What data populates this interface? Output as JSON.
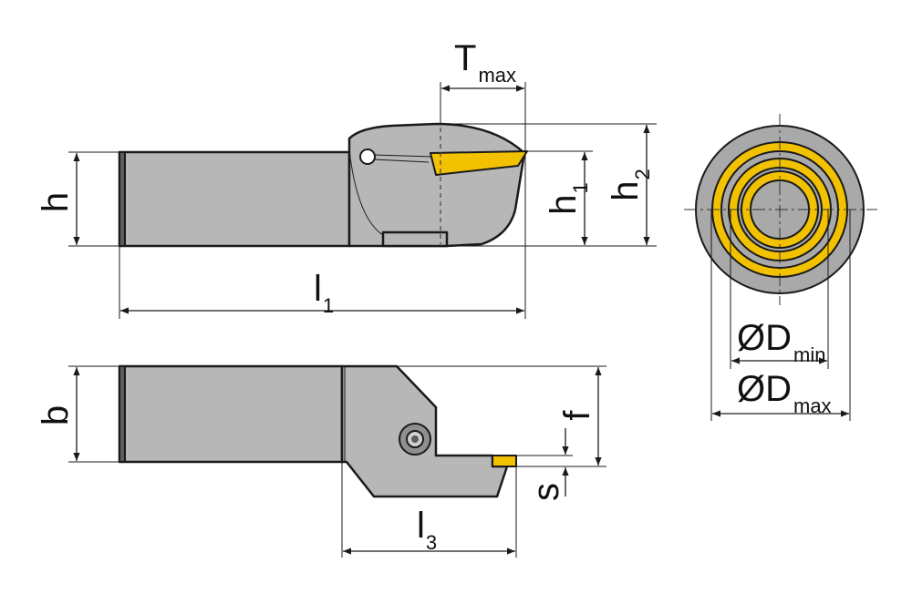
{
  "labels": {
    "h": "h",
    "h1_base": "h",
    "h1_sub": "1",
    "h2_base": "h",
    "h2_sub": "2",
    "l1_base": "l",
    "l1_sub": "1",
    "tmax_base": "T",
    "tmax_sub": "max",
    "b": "b",
    "f": "f",
    "s": "s",
    "l3_base": "l",
    "l3_sub": "3",
    "dmin_base": "ØD",
    "dmin_sub": "min",
    "dmax_base": "ØD",
    "dmax_sub": "max"
  },
  "colors": {
    "body": "#b7b7b7",
    "insert": "#f2c200",
    "ring_gray": "#a9a9a9",
    "outline": "#1a1a1a"
  }
}
